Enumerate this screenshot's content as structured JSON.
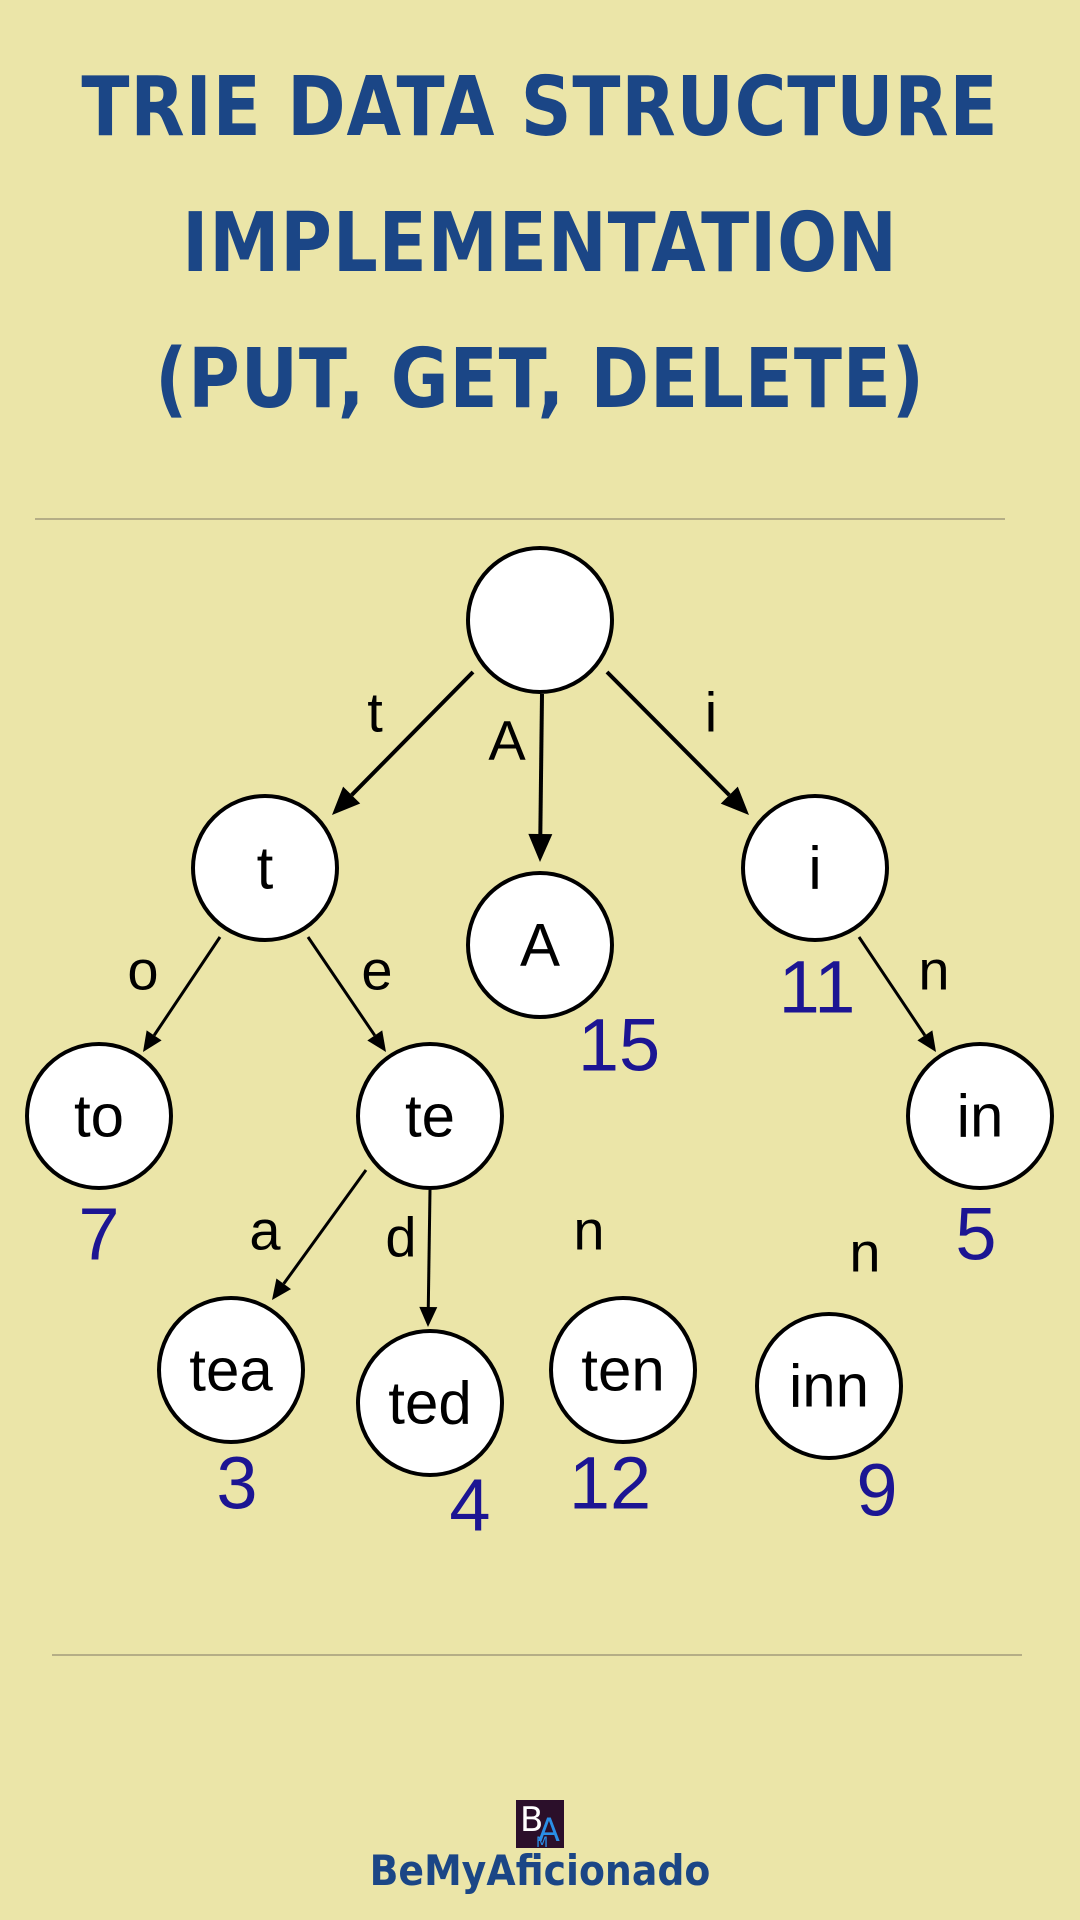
{
  "title": {
    "lines": [
      "TRIE DATA STRUCTURE",
      "IMPLEMENTATION",
      "(PUT, GET, DELETE)"
    ]
  },
  "colors": {
    "background": "#ebe5a8",
    "title": "#1b4686",
    "value": "#1c1593"
  },
  "trie": {
    "nodes": [
      {
        "id": "root",
        "label": ""
      },
      {
        "id": "t",
        "label": "t"
      },
      {
        "id": "A",
        "label": "A",
        "value": "15"
      },
      {
        "id": "i",
        "label": "i",
        "value": "11"
      },
      {
        "id": "to",
        "label": "to",
        "value": "7"
      },
      {
        "id": "te",
        "label": "te"
      },
      {
        "id": "in",
        "label": "in",
        "value": "5"
      },
      {
        "id": "tea",
        "label": "tea",
        "value": "3"
      },
      {
        "id": "ted",
        "label": "ted",
        "value": "4"
      },
      {
        "id": "ten",
        "label": "ten",
        "value": "12"
      },
      {
        "id": "inn",
        "label": "inn",
        "value": "9"
      }
    ],
    "edges": [
      {
        "from": "root",
        "to": "t",
        "label": "t",
        "weight": "bold"
      },
      {
        "from": "root",
        "to": "A",
        "label": "A",
        "weight": "bold"
      },
      {
        "from": "root",
        "to": "i",
        "label": "i",
        "weight": "bold"
      },
      {
        "from": "t",
        "to": "to",
        "label": "o",
        "weight": "thin"
      },
      {
        "from": "t",
        "to": "te",
        "label": "e",
        "weight": "thin"
      },
      {
        "from": "i",
        "to": "in",
        "label": "n",
        "weight": "thin"
      },
      {
        "from": "te",
        "to": "tea",
        "label": "a",
        "weight": "thin"
      },
      {
        "from": "te",
        "to": "ted",
        "label": "d",
        "weight": "thin"
      }
    ],
    "floating_labels": [
      {
        "id": "ten-edge-label",
        "text": "n"
      },
      {
        "id": "inn-edge-label",
        "text": "n"
      }
    ]
  },
  "brand": {
    "logo_letters": [
      "B",
      "A",
      "M"
    ],
    "name": "BeMyAficionado"
  }
}
